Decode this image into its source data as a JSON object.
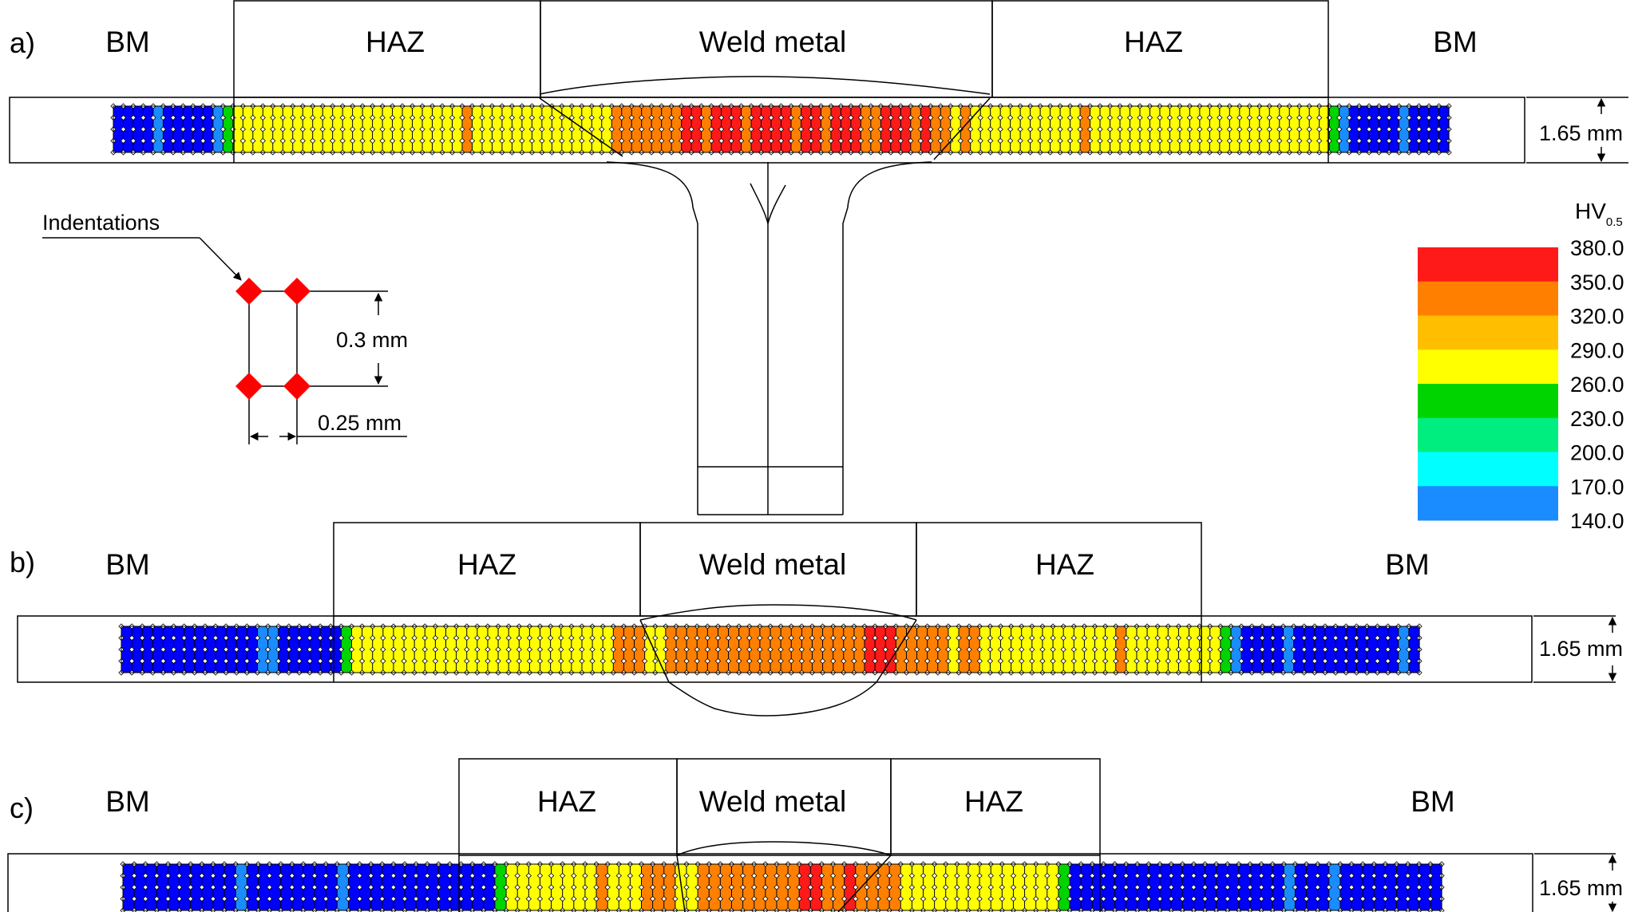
{
  "legend": {
    "title": "HV",
    "title_sub": "0.5",
    "levels": [
      "380.0",
      "350.0",
      "320.0",
      "290.0",
      "260.0",
      "230.0",
      "200.0",
      "170.0",
      "140.0"
    ],
    "colors": [
      "#ff1a1a",
      "#ff8000",
      "#ffbf00",
      "#ffff00",
      "#00d400",
      "#00ee80",
      "#00ffff",
      "#1a8cff",
      "#0000ff"
    ]
  },
  "inset": {
    "title": "Indentations",
    "vertical_spacing": "0.3 mm",
    "horizontal_spacing": "0.25 mm",
    "marker_color": "#ff0000"
  },
  "panels": [
    {
      "label": "a)",
      "thickness": "1.65 mm",
      "zones": [
        "BM",
        "HAZ",
        "Weld metal",
        "HAZ",
        "BM"
      ],
      "columns": [
        "B",
        "B",
        "B",
        "B",
        "LB",
        "B",
        "B",
        "B",
        "B",
        "B",
        "LB",
        "G",
        "Y",
        "Y",
        "Y",
        "Y",
        "Y",
        "Y",
        "Y",
        "Y",
        "Y",
        "Y",
        "Y",
        "Y",
        "Y",
        "Y",
        "Y",
        "Y",
        "Y",
        "Y",
        "Y",
        "Y",
        "Y",
        "Y",
        "Y",
        "O",
        "Y",
        "Y",
        "Y",
        "Y",
        "Y",
        "Y",
        "Y",
        "Y",
        "Y",
        "Y",
        "Y",
        "Y",
        "Y",
        "Y",
        "O",
        "O",
        "O",
        "O",
        "O",
        "O",
        "O",
        "R",
        "R",
        "O",
        "R",
        "R",
        "R",
        "O",
        "R",
        "R",
        "R",
        "R",
        "O",
        "R",
        "R",
        "O",
        "R",
        "R",
        "R",
        "O",
        "O",
        "R",
        "R",
        "R",
        "O",
        "R",
        "O",
        "O",
        "Y",
        "O",
        "Y",
        "Y",
        "Y",
        "Y",
        "Y",
        "Y",
        "Y",
        "Y",
        "Y",
        "Y",
        "Y",
        "O",
        "Y",
        "Y",
        "Y",
        "Y",
        "Y",
        "Y",
        "Y",
        "Y",
        "Y",
        "Y",
        "Y",
        "Y",
        "Y",
        "Y",
        "Y",
        "Y",
        "Y",
        "Y",
        "Y",
        "Y",
        "Y",
        "Y",
        "Y",
        "Y",
        "G",
        "LB",
        "B",
        "B",
        "B",
        "B",
        "B",
        "LB",
        "B",
        "B",
        "B",
        "B"
      ]
    },
    {
      "label": "b)",
      "thickness": "1.65 mm",
      "zones": [
        "BM",
        "HAZ",
        "Weld metal",
        "HAZ",
        "BM"
      ],
      "columns": [
        "B",
        "B",
        "B",
        "B",
        "B",
        "B",
        "B",
        "B",
        "B",
        "B",
        "B",
        "B",
        "B",
        "LB",
        "LB",
        "B",
        "B",
        "B",
        "B",
        "B",
        "B",
        "G",
        "Y",
        "Y",
        "Y",
        "Y",
        "Y",
        "Y",
        "Y",
        "Y",
        "Y",
        "Y",
        "Y",
        "Y",
        "Y",
        "Y",
        "Y",
        "Y",
        "Y",
        "Y",
        "Y",
        "Y",
        "Y",
        "Y",
        "Y",
        "Y",
        "Y",
        "O",
        "O",
        "O",
        "Y",
        "Y",
        "O",
        "O",
        "O",
        "O",
        "O",
        "O",
        "O",
        "O",
        "O",
        "O",
        "O",
        "O",
        "O",
        "O",
        "O",
        "O",
        "O",
        "O",
        "O",
        "R",
        "R",
        "R",
        "O",
        "O",
        "O",
        "O",
        "O",
        "Y",
        "O",
        "O",
        "Y",
        "Y",
        "Y",
        "Y",
        "Y",
        "Y",
        "Y",
        "Y",
        "Y",
        "Y",
        "Y",
        "Y",
        "Y",
        "O",
        "Y",
        "Y",
        "Y",
        "Y",
        "Y",
        "Y",
        "Y",
        "Y",
        "Y",
        "G",
        "LB",
        "B",
        "B",
        "B",
        "B",
        "LB",
        "B",
        "B",
        "B",
        "B",
        "B",
        "B",
        "B",
        "B",
        "B",
        "B",
        "LB",
        "B"
      ]
    },
    {
      "label": "c)",
      "thickness": "1.65 mm",
      "zones": [
        "BM",
        "HAZ",
        "Weld metal",
        "HAZ",
        "BM"
      ],
      "columns": [
        "B",
        "B",
        "B",
        "B",
        "B",
        "B",
        "B",
        "B",
        "B",
        "B",
        "LB",
        "B",
        "B",
        "B",
        "B",
        "B",
        "B",
        "B",
        "B",
        "LB",
        "B",
        "B",
        "B",
        "B",
        "B",
        "B",
        "B",
        "B",
        "B",
        "B",
        "B",
        "B",
        "B",
        "G",
        "Y",
        "Y",
        "Y",
        "Y",
        "Y",
        "Y",
        "Y",
        "Y",
        "O",
        "Y",
        "Y",
        "Y",
        "O",
        "O",
        "O",
        "Y",
        "Y",
        "O",
        "O",
        "O",
        "O",
        "O",
        "O",
        "O",
        "O",
        "O",
        "R",
        "R",
        "O",
        "O",
        "R",
        "O",
        "O",
        "O",
        "O",
        "Y",
        "Y",
        "Y",
        "Y",
        "Y",
        "Y",
        "Y",
        "Y",
        "Y",
        "Y",
        "Y",
        "Y",
        "Y",
        "Y",
        "G",
        "B",
        "B",
        "B",
        "B",
        "B",
        "B",
        "B",
        "B",
        "B",
        "B",
        "B",
        "B",
        "B",
        "B",
        "B",
        "B",
        "B",
        "B",
        "B",
        "LB",
        "B",
        "B",
        "B",
        "LB",
        "B",
        "B",
        "B",
        "B",
        "B",
        "B",
        "B",
        "B",
        "B"
      ]
    }
  ]
}
